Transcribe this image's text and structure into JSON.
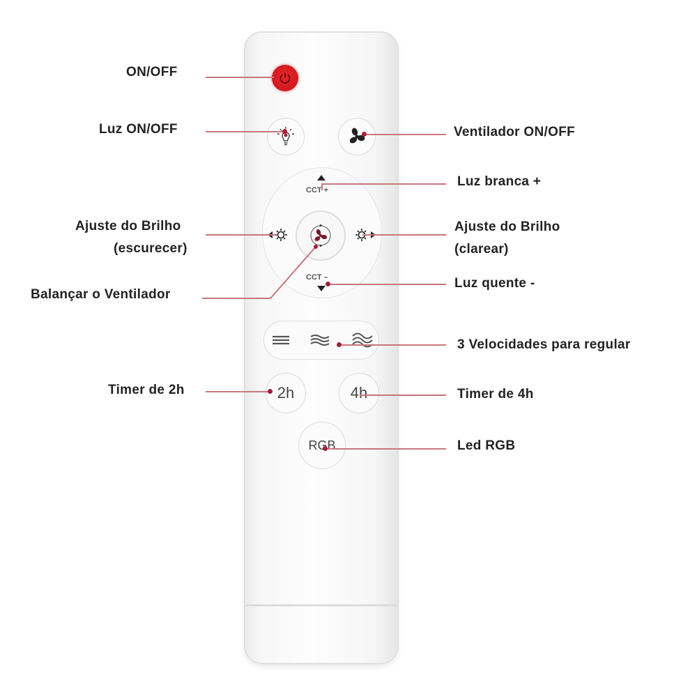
{
  "diagram": {
    "subject": "Remote control",
    "accent_color": "#d01a1f",
    "leader_line_color": "#c9767d",
    "labels": {
      "on_off": "ON/OFF",
      "luz_on_off": "Luz ON/OFF",
      "ventilador_on_off": "Ventilador ON/OFF",
      "luz_branca": "Luz branca +",
      "brilho_escurecer_line1": "Ajuste do Brilho",
      "brilho_escurecer_line2": "(escurecer)",
      "brilho_clarear_line1": "Ajuste do Brilho",
      "brilho_clarear_line2": "(clarear)",
      "balancar": "Balançar o Ventilador",
      "luz_quente": "Luz quente -",
      "velocidades": "3 Velocidades para regular",
      "timer_2h": "Timer de 2h",
      "timer_4h": "Timer de 4h",
      "led_rgb": "Led RGB"
    },
    "buttons": {
      "power": {
        "icon": "power-icon"
      },
      "light": {
        "icon": "lightbulb-icon"
      },
      "fan": {
        "icon": "fan-icon"
      },
      "cct_plus": {
        "text": "CCT +",
        "icon": "arrow-up-icon"
      },
      "cct_minus": {
        "text": "CCT –",
        "icon": "arrow-down-icon"
      },
      "bright_down": {
        "icon": "brightness-down-icon"
      },
      "bright_up": {
        "icon": "brightness-up-icon"
      },
      "swing": {
        "icon": "fan-swing-icon"
      },
      "speed_1": {
        "icon": "speed-low-icon"
      },
      "speed_2": {
        "icon": "speed-medium-icon"
      },
      "speed_3": {
        "icon": "speed-high-icon"
      },
      "timer_2h": {
        "text": "2h"
      },
      "timer_4h": {
        "text": "4h"
      },
      "rgb": {
        "text": "RGB"
      }
    }
  }
}
